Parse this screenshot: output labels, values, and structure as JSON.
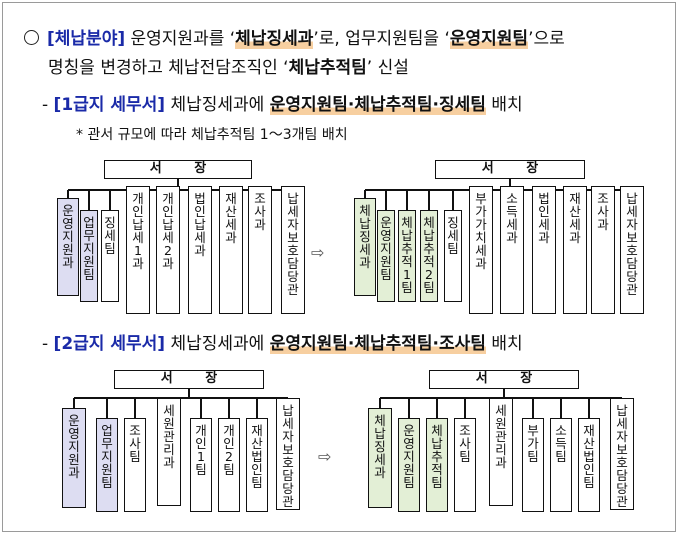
{
  "intro": {
    "lead": "[체납분야]",
    "t1": " 운영지원과를 ‘",
    "k1": "체납징세과",
    "t2": "’로, 업무지원팀을 ‘",
    "k2": "운영지원팀",
    "t3": "’으로",
    "t4": "명칭을 변경하고 체납전담조직인 ‘",
    "k3": "체납추적팀",
    "t5": "’ 신설"
  },
  "section1": {
    "lead": "[1급지 세무서]",
    "t1": " 체납징세과에 ",
    "k1": "운영지원팀·체납추적팀·징세팀",
    "t2": " 배치",
    "note": "* 관서 규모에 따라 체납추적팀 1～3개팀 배치"
  },
  "section2": {
    "lead": "[2급지 세무서]",
    "t1": " 체납징세과에 ",
    "k1": "운영지원팀·체납추적팀·조사팀",
    "t2": " 배치"
  },
  "header_label": "서 장",
  "arrow_icon": "⇨",
  "colors": {
    "lavender": "#ddddf2",
    "green": "#e3efd6",
    "accent_blue": "#1a2aa8",
    "highlight": "#f7cfa0"
  },
  "org1_before": [
    "운영지원과",
    "업무지원팀",
    "징세팀",
    "개인납세1과",
    "개인납세2과",
    "법인납세과",
    "재산세과",
    "조사과",
    "납세자보호담당관"
  ],
  "org1_after": [
    "체납징세과",
    "운영지원팀",
    "체납추적1팀",
    "체납추적2팀",
    "징세팀",
    "부가가치세과",
    "소득세과",
    "법인세과",
    "재산세과",
    "조사과",
    "납세자보호담당관"
  ],
  "org2_before": [
    "운영지원과",
    "업무지원팀",
    "조사팀",
    "세원관리과",
    "개인1팀",
    "개인2팀",
    "재산법인팀",
    "납세자보호담당관"
  ],
  "org2_after": [
    "체납징세과",
    "운영지원팀",
    "체납추적팀",
    "조사팀",
    "세원관리과",
    "부가팀",
    "소득팀",
    "재산법인팀",
    "납세자보호담당관"
  ]
}
